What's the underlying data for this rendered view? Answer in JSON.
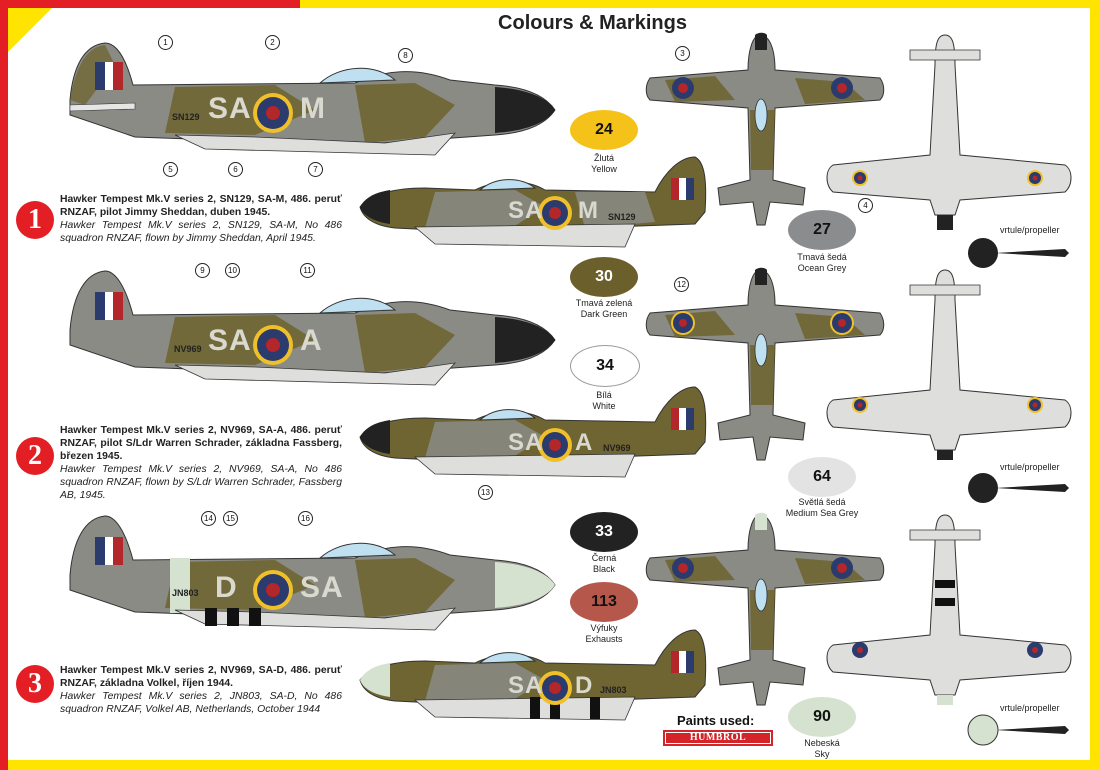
{
  "page": {
    "title": "Colours & Markings"
  },
  "schemes": [
    {
      "number": "1",
      "caption_cz": "Hawker Tempest Mk.V series 2, SN129, SA-M, 486. peruť RNZAF, pilot Jimmy Sheddan, duben 1945.",
      "caption_en": "Hawker Tempest Mk.V series 2, SN129, SA-M, No 486 squadron RNZAF, flown by Jimmy Sheddan, April 1945.",
      "code_left": "SA",
      "code_right": "M",
      "serial": "SN129"
    },
    {
      "number": "2",
      "caption_cz": "Hawker Tempest Mk.V series 2, NV969, SA-A, 486. peruť RNZAF, pilot S/Ldr Warren Schrader, základna Fassberg, březen 1945.",
      "caption_en": "Hawker Tempest Mk.V series 2, NV969, SA-A, No 486 squadron RNZAF, flown by S/Ldr Warren Schrader, Fassberg AB, 1945.",
      "code_left": "SA",
      "code_right": "A",
      "serial": "NV969"
    },
    {
      "number": "3",
      "caption_cz": "Hawker Tempest Mk.V series 2, NV969, SA-D, 486. peruť RNZAF, základna Volkel, říjen 1944.",
      "caption_en": "Hawker Tempest Mk.V series 2, JN803, SA-D, No 486 squadron RNZAF, Volkel AB, Netherlands, October 1944",
      "code_left": "D",
      "code_right": "SA",
      "serial": "JN803"
    }
  ],
  "paints": [
    {
      "code": "24",
      "name_cz": "Žlutá",
      "name_en": "Yellow",
      "color": "#f5c21a",
      "text_color": "#111111"
    },
    {
      "code": "27",
      "name_cz": "Tmavá šedá",
      "name_en": "Ocean Grey",
      "color": "#8a8c8d",
      "text_color": "#111111"
    },
    {
      "code": "30",
      "name_cz": "Tmavá zelená",
      "name_en": "Dark Green",
      "color": "#6b5f2c",
      "text_color": "#ffffff"
    },
    {
      "code": "34",
      "name_cz": "Bílá",
      "name_en": "White",
      "color": "#ffffff",
      "text_color": "#111111"
    },
    {
      "code": "64",
      "name_cz": "Světlá šedá",
      "name_en": "Medium Sea Grey",
      "color": "#e2e3e2",
      "text_color": "#111111"
    },
    {
      "code": "33",
      "name_cz": "Černá",
      "name_en": "Black",
      "color": "#222222",
      "text_color": "#ffffff"
    },
    {
      "code": "113",
      "name_cz": "Výfuky",
      "name_en": "Exhausts",
      "color": "#b5574a",
      "text_color": "#111111"
    },
    {
      "code": "90",
      "name_cz": "Nebeská",
      "name_en": "Sky",
      "color": "#d5e2cf",
      "text_color": "#111111"
    }
  ],
  "propeller_label": "vrtule/propeller",
  "paints_used_label": "Paints used:",
  "brand_logo": "HUMBROL",
  "colors": {
    "olive": "#6f6532",
    "grey": "#8b8b86",
    "underside": "#dedfdd",
    "roundel_blue": "#2b3b6e",
    "roundel_red": "#b3262a",
    "roundel_yellow": "#f0c02a",
    "badge_red": "#e31e24",
    "border_red": "#e31e24",
    "border_yellow": "#ffe400"
  },
  "callouts": [
    "1",
    "2",
    "3",
    "4",
    "5",
    "6",
    "7",
    "8",
    "9",
    "10",
    "11",
    "12",
    "13",
    "14",
    "15",
    "16"
  ]
}
